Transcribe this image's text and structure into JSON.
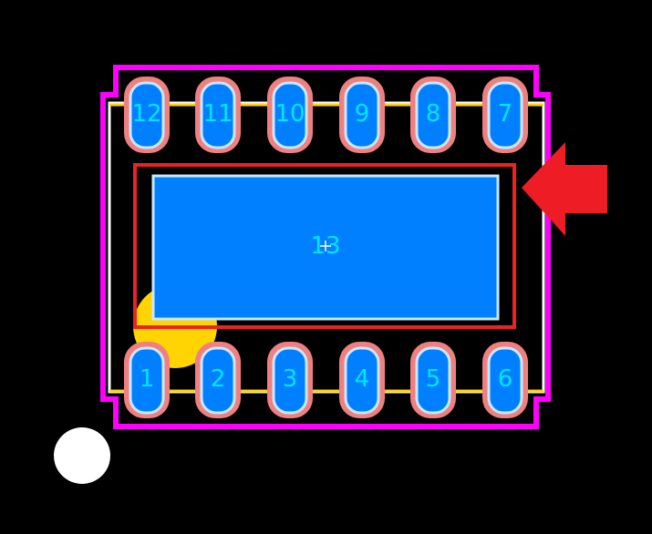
{
  "footprint": {
    "pins_bottom": [
      {
        "number": "1"
      },
      {
        "number": "2"
      },
      {
        "number": "3"
      },
      {
        "number": "4"
      },
      {
        "number": "5"
      },
      {
        "number": "6"
      }
    ],
    "pins_top": [
      {
        "number": "12"
      },
      {
        "number": "11"
      },
      {
        "number": "10"
      },
      {
        "number": "9"
      },
      {
        "number": "8"
      },
      {
        "number": "7"
      }
    ],
    "thermal_pad": {
      "number": "13"
    }
  },
  "colors": {
    "background": "#000000",
    "courtyard": "#ff00ff",
    "silkscreen_body": "#ffffff",
    "fab_outline": "#ffd400",
    "pad_fill": "#0080ff",
    "pad_outline": "#f08080",
    "pad_highlight": "#c8e8ff",
    "keepout": "#ee2222",
    "pin1_marker": "#ffd400",
    "arrow": "#ee1c24",
    "label": "#00e5ff",
    "fiducial": "#ffffff"
  }
}
